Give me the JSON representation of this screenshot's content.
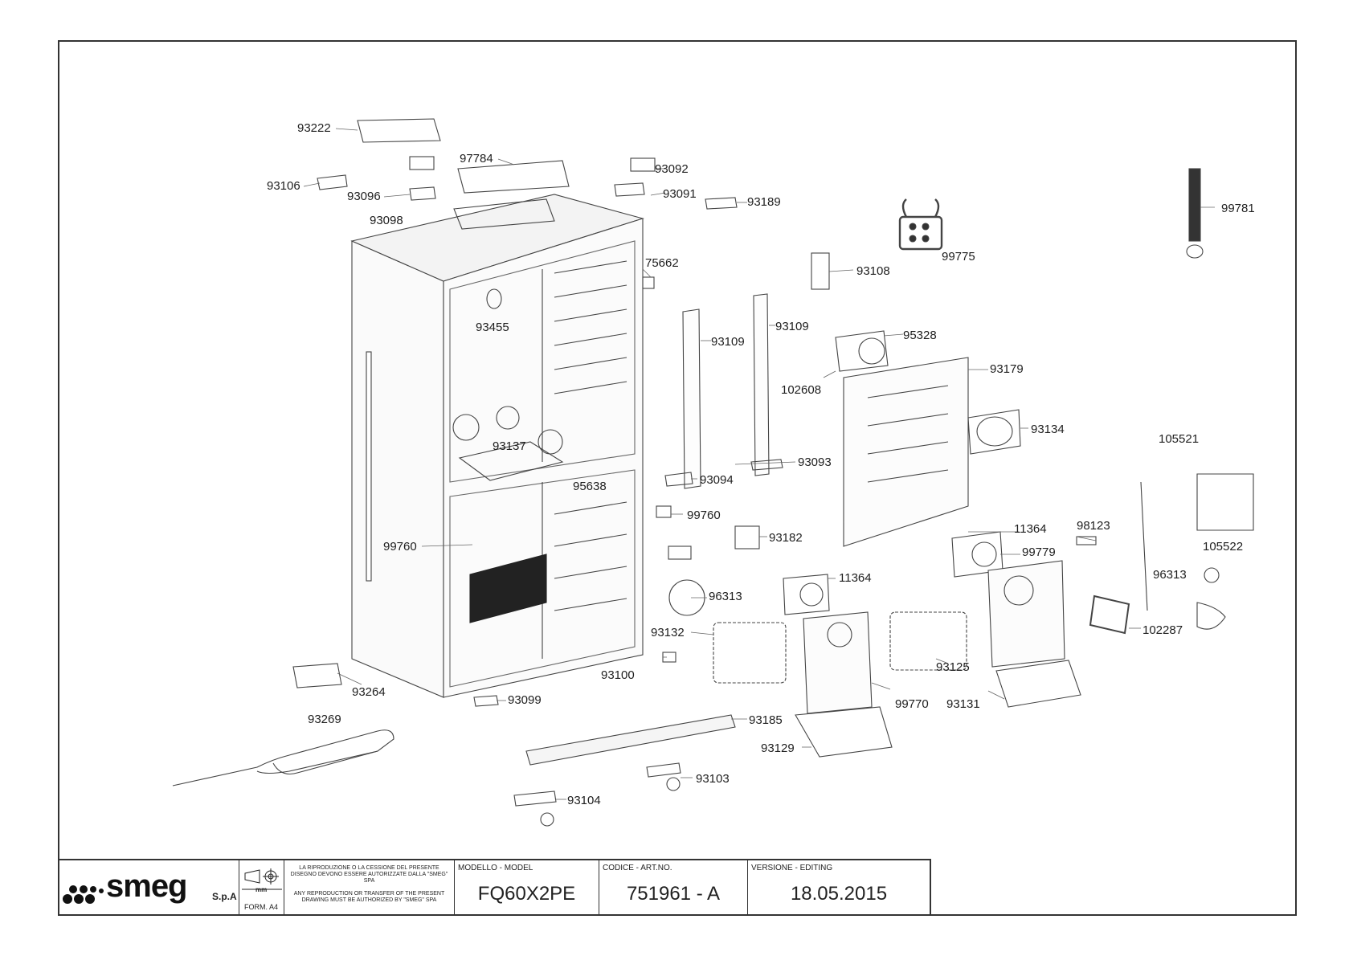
{
  "title_block": {
    "brand": "smeg",
    "brand_suffix": "S.p.A",
    "unit": "mm",
    "form": "FORM. A4",
    "notice_it": "LA RIPRODUZIONE O LA CESSIONE DEL PRESENTE DISEGNO DEVONO ESSERE AUTORIZZATE DALLA \"SMEG\" SPA",
    "notice_en": "ANY REPRODUCTION OR TRANSFER OF THE PRESENT DRAWING MUST BE AUTHORIZED BY \"SMEG\" SPA",
    "model_header": "MODELLO - MODEL",
    "model": "FQ60X2PE",
    "code_header": "CODICE - ART.NO.",
    "code": "751961 - A",
    "version_header": "VERSIONE - EDITING",
    "version": "18.05.2015"
  },
  "parts": [
    "93222",
    "97784",
    "93092",
    "93106",
    "93096",
    "93091",
    "93189",
    "93098",
    "99781",
    "99775",
    "75662",
    "93108",
    "93455",
    "93109",
    "93109",
    "95328",
    "93179",
    "102608",
    "93134",
    "93137",
    "93093",
    "105521",
    "93094",
    "95638",
    "99760",
    "99760",
    "93182",
    "11364",
    "98123",
    "99779",
    "105522",
    "11364",
    "96313",
    "96313",
    "102287",
    "93132",
    "93125",
    "93100",
    "93264",
    "93099",
    "99770",
    "93131",
    "93269",
    "93185",
    "93129",
    "93103",
    "93104"
  ]
}
